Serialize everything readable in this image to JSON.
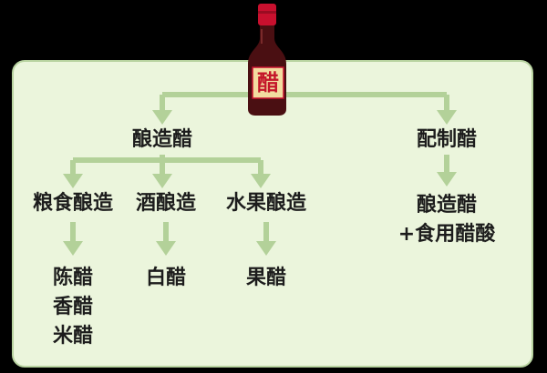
{
  "bottle": {
    "label": "醋"
  },
  "diagram": {
    "brewed": {
      "title": "酿造醋"
    },
    "blended": {
      "title": "配制醋",
      "result_line1": "酿造醋",
      "result_line2": "+食用醋酸"
    },
    "grain": {
      "title": "粮食酿造",
      "results": [
        "陈醋",
        "香醋",
        "米醋"
      ]
    },
    "wine": {
      "title": "酒酿造",
      "result": "白醋"
    },
    "fruit": {
      "title": "水果酿造",
      "result": "果醋"
    }
  },
  "colors": {
    "panel": "#ebf5dc",
    "arrow": "#b3d199",
    "text": "#1c1c1c",
    "label_red": "#c4162a"
  }
}
